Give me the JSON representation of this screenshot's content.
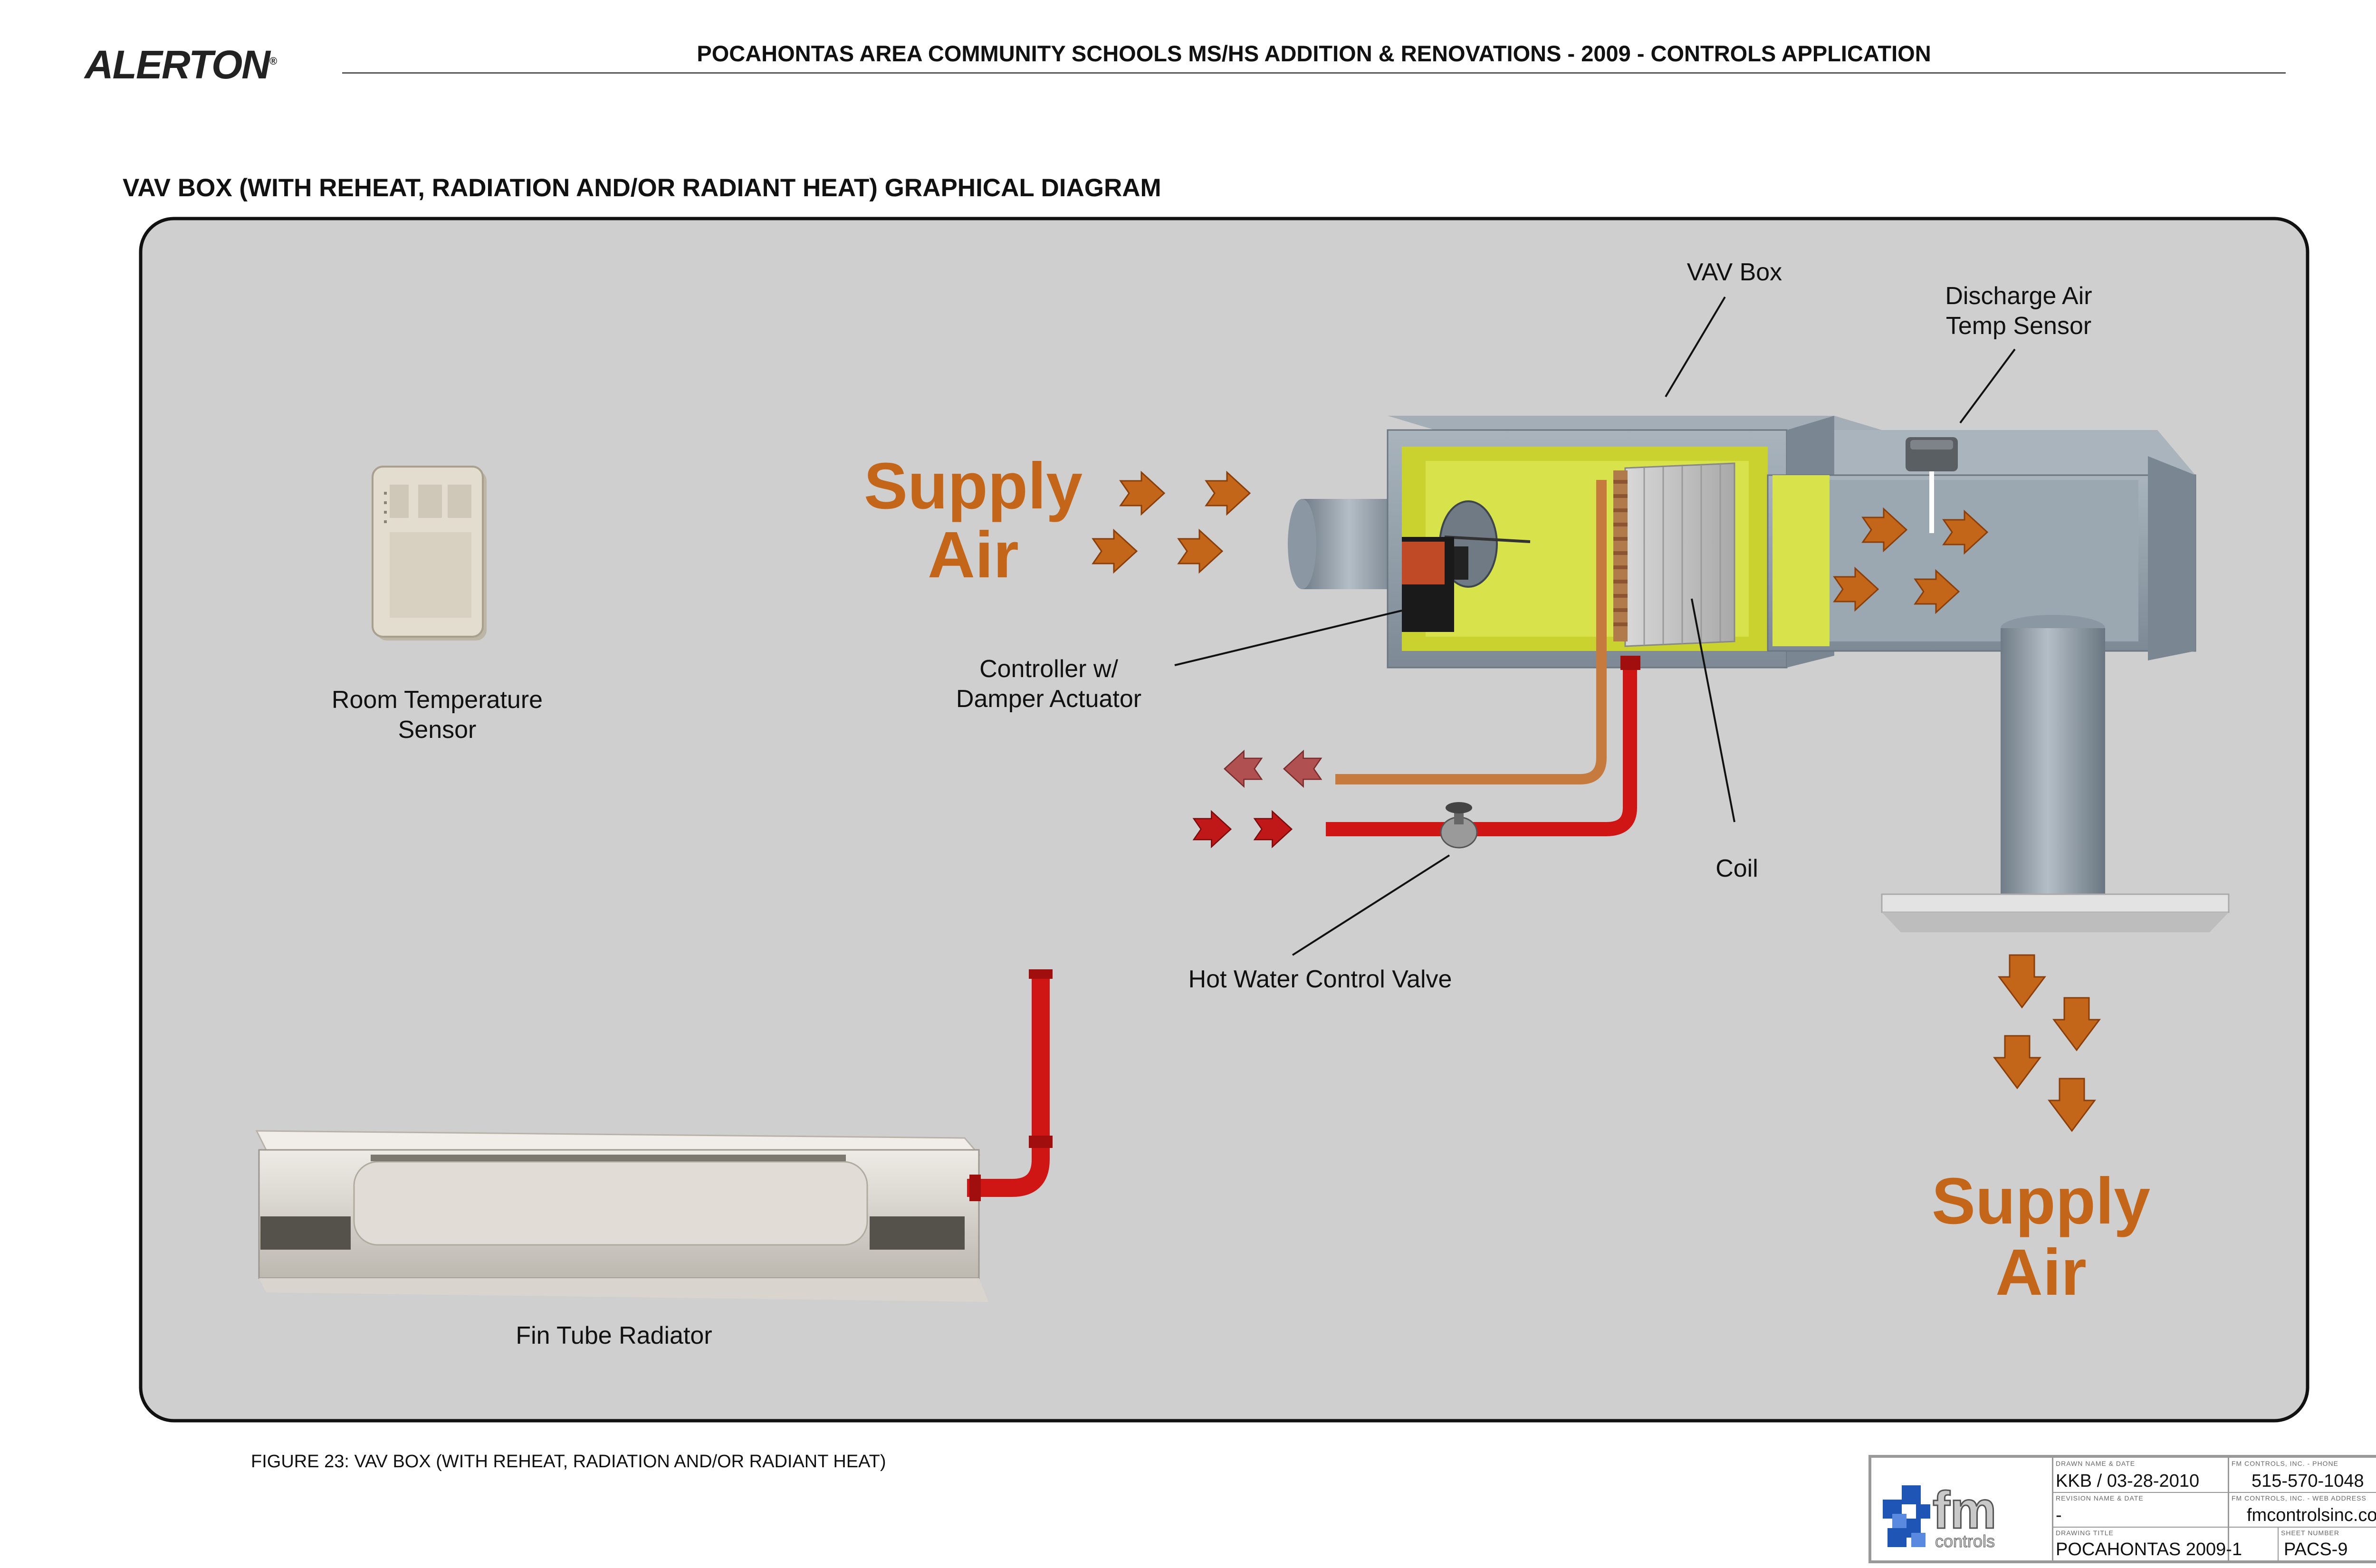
{
  "header": {
    "logo": "ALERTON",
    "logo_mark": "®",
    "title": "POCAHONTAS AREA COMMUNITY SCHOOLS MS/HS ADDITION & RENOVATIONS - 2009 - CONTROLS APPLICATION"
  },
  "diagram_title": "VAV BOX (WITH REHEAT, RADIATION AND/OR RADIANT HEAT) GRAPHICAL DIAGRAM",
  "labels": {
    "vav_box": "VAV Box",
    "discharge_air_1": "Discharge Air",
    "discharge_air_2": "Temp Sensor",
    "supply_air_in_1": "Supply",
    "supply_air_in_2": "Air",
    "controller_1": "Controller w/",
    "controller_2": "Damper Actuator",
    "room_temp_1": "Room Temperature",
    "room_temp_2": "Sensor",
    "coil": "Coil",
    "hot_water_valve": "Hot Water Control Valve",
    "fin_tube": "Fin Tube Radiator",
    "supply_air_out_1": "Supply",
    "supply_air_out_2": "Air"
  },
  "figure_caption": "FIGURE 23: VAV BOX (WITH REHEAT, RADIATION AND/OR RADIANT HEAT)",
  "title_block": {
    "logo_text": "fm",
    "logo_sub": "controls",
    "drawn_label": "DRAWN NAME & DATE",
    "drawn_value": "KKB / 03-28-2010",
    "phone_label": "FM CONTROLS, INC. - PHONE",
    "phone_value": "515-570-1048",
    "revision_label": "REVISION NAME & DATE",
    "revision_value": "-",
    "web_label": "FM CONTROLS, INC. - WEB ADDRESS",
    "web_value": "fmcontrolsinc.com",
    "drawing_title_label": "DRAWING TITLE",
    "drawing_title_value": "POCAHONTAS 2009-1",
    "sheet_label": "SHEET NUMBER",
    "sheet_value": "PACS-9"
  },
  "colors": {
    "panel": "#cfcfcf",
    "duct": "#8e9ba6",
    "liner": "#d8e24a",
    "hot_pipe": "#d01515",
    "copper_pipe": "#c77a3d",
    "air_arrow": "#c4661a",
    "return_arrow": "#b05050"
  }
}
